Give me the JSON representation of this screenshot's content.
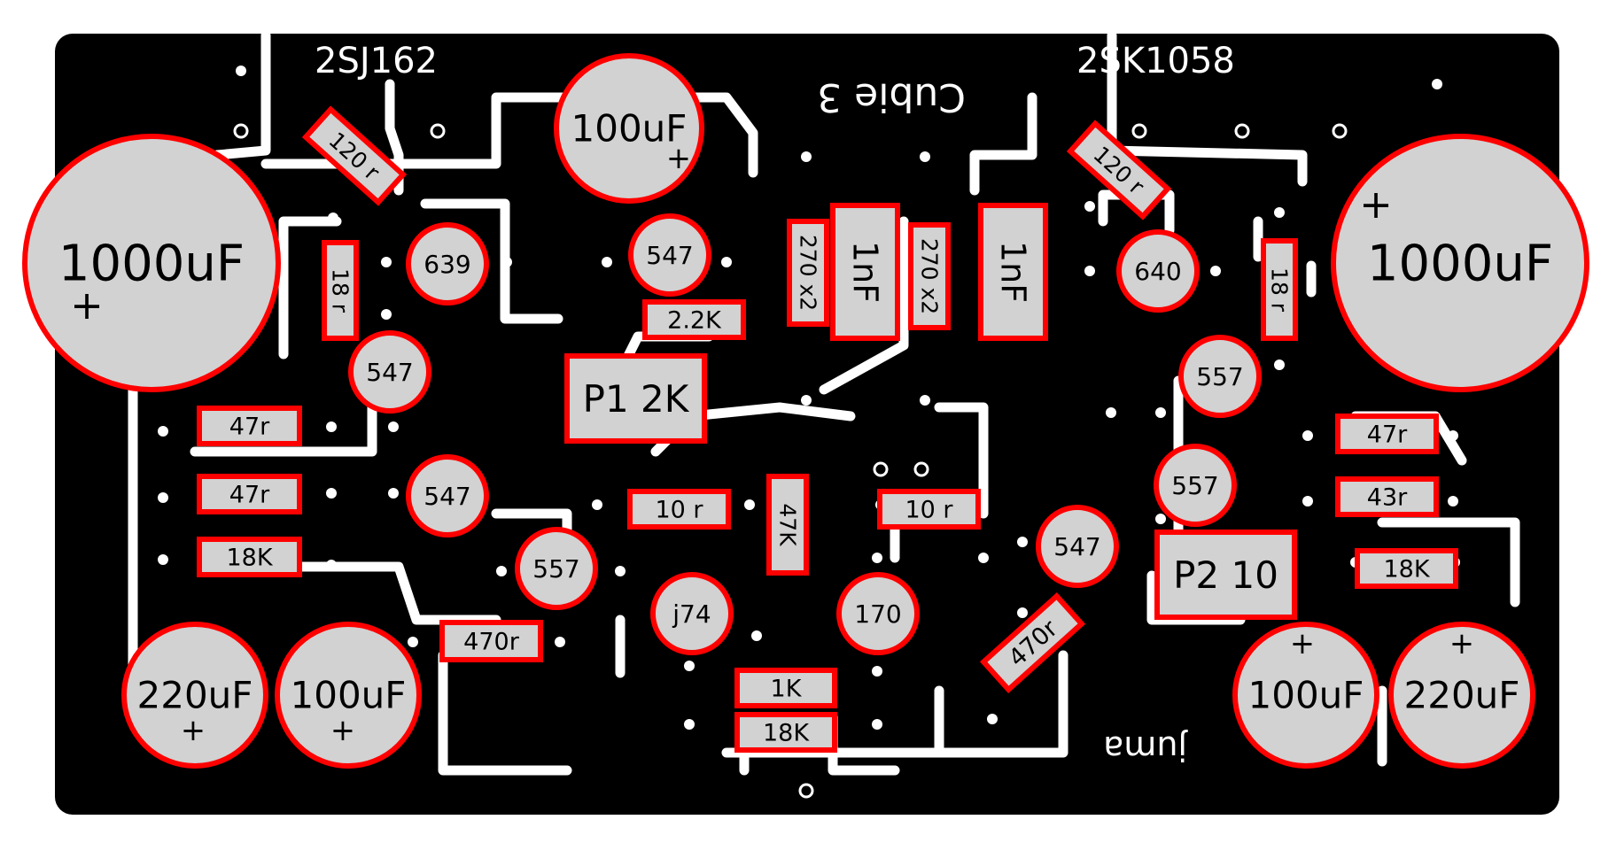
{
  "board": {
    "labels": {
      "left_transistor": "2SJ162",
      "right_transistor": "2SK1058",
      "project": "Cubie 3",
      "author": "juma"
    },
    "capacitors": [
      {
        "id": "c_left_big",
        "value": "1000uF",
        "polarity": "+"
      },
      {
        "id": "c_right_big",
        "value": "1000uF",
        "polarity": "+"
      },
      {
        "id": "c_top",
        "value": "100uF",
        "polarity": "+"
      },
      {
        "id": "c_bl1",
        "value": "220uF",
        "polarity": "+"
      },
      {
        "id": "c_bl2",
        "value": "100uF",
        "polarity": "+"
      },
      {
        "id": "c_br1",
        "value": "100uF",
        "polarity": "+"
      },
      {
        "id": "c_br2",
        "value": "220uF",
        "polarity": "+"
      }
    ],
    "transistors": [
      {
        "id": "q639",
        "label": "639"
      },
      {
        "id": "q547a",
        "label": "547"
      },
      {
        "id": "q547b",
        "label": "547"
      },
      {
        "id": "q547c",
        "label": "547"
      },
      {
        "id": "q557a",
        "label": "557"
      },
      {
        "id": "qj74",
        "label": "j74"
      },
      {
        "id": "q170",
        "label": "170"
      },
      {
        "id": "q547d",
        "label": "547"
      },
      {
        "id": "q640",
        "label": "640"
      },
      {
        "id": "q557b",
        "label": "557"
      },
      {
        "id": "q557c",
        "label": "557"
      }
    ],
    "resistors": [
      {
        "id": "r120l",
        "label": "120 r"
      },
      {
        "id": "r18l",
        "label": "18 r"
      },
      {
        "id": "r47a",
        "label": "47r"
      },
      {
        "id": "r47b",
        "label": "47r"
      },
      {
        "id": "r18kl",
        "label": "18K"
      },
      {
        "id": "r470l",
        "label": "470r"
      },
      {
        "id": "r22k",
        "label": "2.2K"
      },
      {
        "id": "r270a",
        "label": "270 x2"
      },
      {
        "id": "r270b",
        "label": "270 x2"
      },
      {
        "id": "r10a",
        "label": "10 r"
      },
      {
        "id": "r47k",
        "label": "47K"
      },
      {
        "id": "r10b",
        "label": "10 r"
      },
      {
        "id": "r1k",
        "label": "1K"
      },
      {
        "id": "r18km",
        "label": "18K"
      },
      {
        "id": "r470r",
        "label": "470r"
      },
      {
        "id": "r120r",
        "label": "120 r"
      },
      {
        "id": "r18r",
        "label": "18 r"
      },
      {
        "id": "r47r",
        "label": "47r"
      },
      {
        "id": "r43r",
        "label": "43r"
      },
      {
        "id": "r18kr",
        "label": "18K"
      }
    ],
    "caps_film": [
      {
        "id": "f1",
        "label": "1nF"
      },
      {
        "id": "f2",
        "label": "1nF"
      }
    ],
    "pots": [
      {
        "id": "p1",
        "label": "P1  2K"
      },
      {
        "id": "p2",
        "label": "P2  10"
      }
    ],
    "colors": {
      "board": "#000000",
      "copper_gap": "#ffffff",
      "outline": "#ff0000",
      "component_fill": "#d2d2d2",
      "text": "#000000"
    }
  }
}
